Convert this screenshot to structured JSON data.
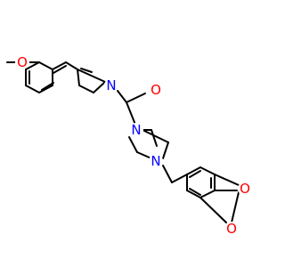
{
  "molecule": {
    "atoms": [
      {
        "id": "O_methoxy",
        "symbol": "O",
        "color": "#ff0000"
      },
      {
        "id": "N_indole",
        "symbol": "N",
        "color": "#0000ff"
      },
      {
        "id": "O_carbonyl",
        "symbol": "O",
        "color": "#ff0000"
      },
      {
        "id": "N_piperazine_1",
        "symbol": "N",
        "color": "#0000ff"
      },
      {
        "id": "N_piperazine_4",
        "symbol": "N",
        "color": "#0000ff"
      },
      {
        "id": "O_dioxole_1",
        "symbol": "O",
        "color": "#ff0000"
      },
      {
        "id": "O_dioxole_2",
        "symbol": "O",
        "color": "#ff0000"
      }
    ],
    "bond_color": "#000000"
  }
}
